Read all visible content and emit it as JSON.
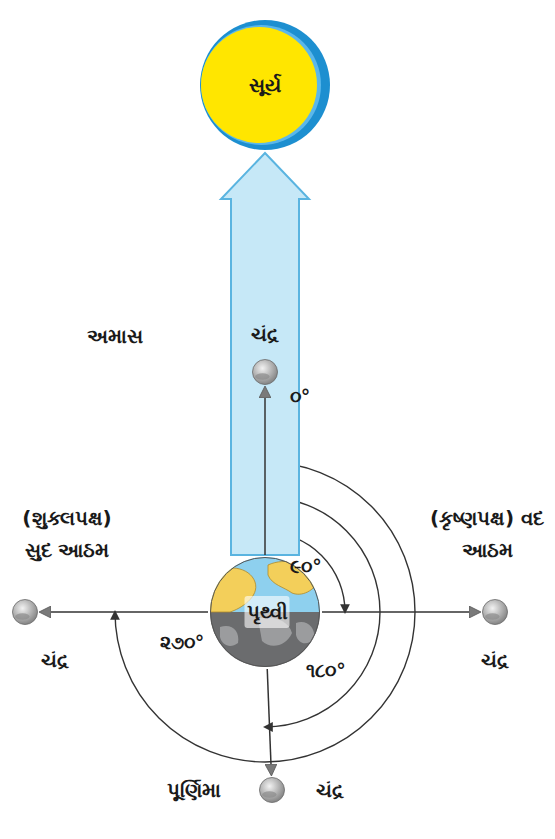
{
  "diagram": {
    "nodes": [
      {
        "text": [
          "સૂર્ય"
        ]
      },
      {
        "text": [
          "ચંદ્ર",
          "અમાસ"
        ]
      },
      {
        "text": [
          "(શુક્લપક્ષ) સુદ આઠમ",
          "ચંદ્ર"
        ]
      },
      {
        "text": [
          "પૃથ્વી"
        ]
      },
      {
        "text": [
          "(કૃષ્ણપક્ષ) વદ આઠમ",
          "ચંદ્ર"
        ]
      },
      {
        "text": [
          "પૂર્ણિમા",
          "ચંદ્ર"
        ]
      }
    ],
    "edges": [
      {
        "from": 3,
        "to": 0,
        "arrow": "to"
      },
      {
        "from": 3,
        "to": 1,
        "arrow": "to"
      },
      {
        "from": 3,
        "to": 4,
        "arrow": "to"
      },
      {
        "from": 3,
        "to": 5,
        "arrow": "to"
      },
      {
        "from": 3,
        "to": 2,
        "arrow": "to"
      }
    ],
    "labels": [
      "૦°",
      "૯૦°",
      "૧૮૦°",
      "૨૭૦°"
    ]
  }
}
